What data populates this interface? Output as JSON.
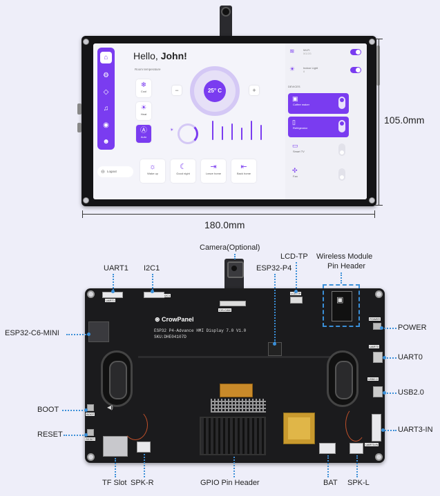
{
  "screen_ui": {
    "greeting_prefix": "Hello, ",
    "greeting_name": "John!",
    "room_temperature_label": "Room temperature",
    "modes": [
      {
        "label": "Cool",
        "icon": "snowflake-icon"
      },
      {
        "label": "Heat",
        "icon": "sun-icon"
      },
      {
        "label": "Auto",
        "icon": "auto-icon"
      }
    ],
    "temperature": "25° C",
    "minus": "−",
    "plus": "+",
    "logout_label": "Logout",
    "scenes": [
      {
        "label": "Wake up",
        "icon": "sunrise-icon"
      },
      {
        "label": "Good night",
        "icon": "moon-icon"
      },
      {
        "label": "Leave home",
        "icon": "leave-home-icon"
      },
      {
        "label": "Back home",
        "icon": "back-home-icon"
      }
    ],
    "wifi_label": "Wi-Fi",
    "wifi_sub": "5G/2G",
    "indoor_light_label": "Indoor Light",
    "indoor_light_sub": "8",
    "devices_header": "DEVICES",
    "devices": [
      {
        "label": "Coffee maker",
        "on": true
      },
      {
        "label": "Refrigerator",
        "on": true
      },
      {
        "label": "Smart TV",
        "on": false
      },
      {
        "label": "Fan",
        "on": false
      }
    ]
  },
  "dimensions": {
    "height": "105.0mm",
    "width": "180.0mm"
  },
  "pcb": {
    "brand": "CrowPanel",
    "model_line": "ESP32 P4-Advance HMI Display 7.0 V1.0",
    "sku_line": "SKU:DHE04107D",
    "silk_uart1": "UART1",
    "silk_i2c1": "I2C1",
    "silk_cis_cam": "CIS-CAM",
    "silk_lcd_tp": "LCD-TP",
    "silk_power": "POWER",
    "silk_uart0": "UART0",
    "silk_usb": "USB2.0",
    "silk_uart3": "UART3-IN",
    "silk_boot": "BOOT",
    "silk_reset": "RESET"
  },
  "annotations": {
    "camera": "Camera(Optional)",
    "uart1": "UART1",
    "i2c1": "I2C1",
    "esp32_p4": "ESP32-P4",
    "lcd_tp": "LCD-TP",
    "wireless_line1": "Wireless Module",
    "wireless_line2": "Pin Header",
    "esp32_c6": "ESP32-C6-MINI",
    "power": "POWER",
    "uart0": "UART0",
    "usb": "USB2.0",
    "uart3": "UART3-IN",
    "boot": "BOOT",
    "reset": "RESET",
    "tf_slot": "TF Slot",
    "spk_r": "SPK-R",
    "gpio": "GPIO Pin Header",
    "bat": "BAT",
    "spk_l": "SPK-L"
  },
  "colors": {
    "accent": "#7a3cf0",
    "leader": "#3a8fd8",
    "background": "#eeeef9"
  }
}
